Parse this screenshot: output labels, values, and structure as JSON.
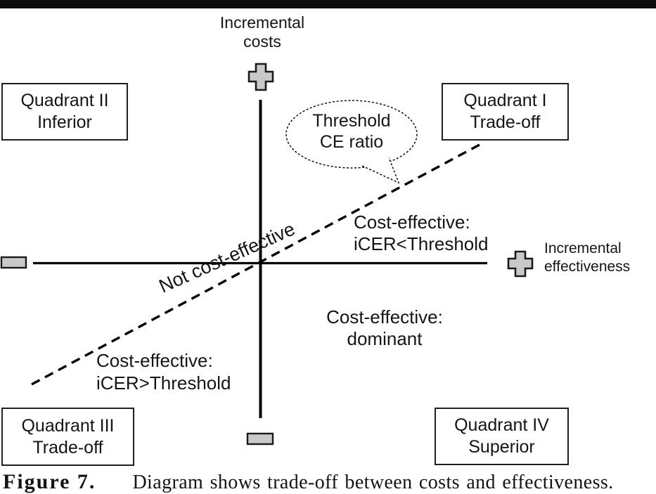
{
  "figure": {
    "y_axis_label": "Incremental\ncosts",
    "x_axis_label": "Incremental\neffectiveness",
    "quadrants": {
      "q2": "Quadrant II\nInferior",
      "q1": "Quadrant I\nTrade-off",
      "q3": "Quadrant III\nTrade-off",
      "q4": "Quadrant IV\nSuperior"
    },
    "callout_label": "Threshold\nCE ratio",
    "regions": {
      "not_cost_effective": "Not cost-effective",
      "cost_effective_below_threshold": "Cost-effective:\niCER<Threshold",
      "cost_effective_dominant": "Cost-effective:\ndominant",
      "cost_effective_above_threshold": "Cost-effective:\niCER>Threshold"
    },
    "colors": {
      "symbol_fill": "#c9c9c9",
      "symbol_stroke": "#1a1a1a",
      "line": "#000000",
      "top_bar": "#0d0d0d"
    }
  },
  "caption": {
    "label": "Figure 7.",
    "text": "Diagram shows trade-off between costs and effectiveness."
  }
}
